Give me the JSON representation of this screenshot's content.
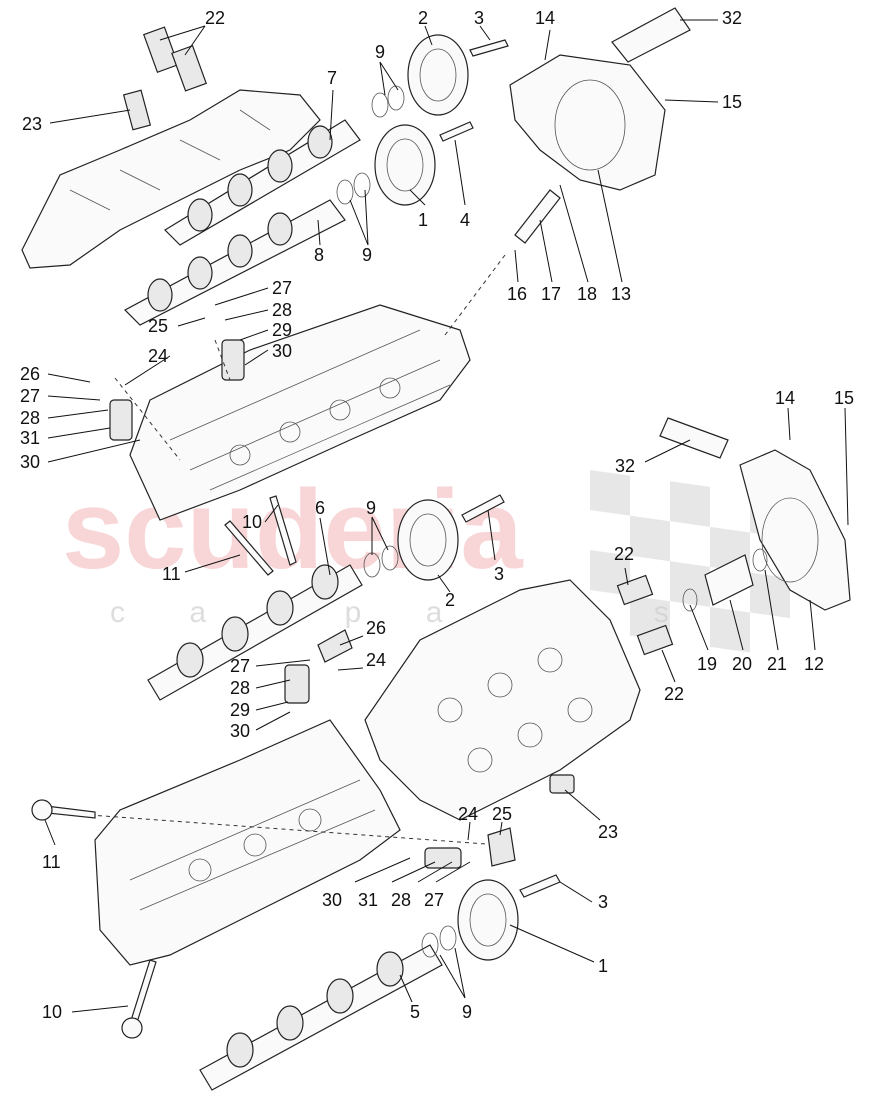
{
  "watermark": {
    "brand": "scuderia",
    "subline": "c a r p a r t s",
    "brand_color": "#f0a0a4"
  },
  "callouts": [
    {
      "id": "c22a",
      "text": "22"
    },
    {
      "id": "c2a",
      "text": "2"
    },
    {
      "id": "c3a",
      "text": "3"
    },
    {
      "id": "c14a",
      "text": "14"
    },
    {
      "id": "c32a",
      "text": "32"
    },
    {
      "id": "c23a",
      "text": "23"
    },
    {
      "id": "c7",
      "text": "7"
    },
    {
      "id": "c9a",
      "text": "9"
    },
    {
      "id": "c15a",
      "text": "15"
    },
    {
      "id": "c1a",
      "text": "1"
    },
    {
      "id": "c4",
      "text": "4"
    },
    {
      "id": "c8",
      "text": "8"
    },
    {
      "id": "c9b",
      "text": "9"
    },
    {
      "id": "c16",
      "text": "16"
    },
    {
      "id": "c17",
      "text": "17"
    },
    {
      "id": "c18",
      "text": "18"
    },
    {
      "id": "c13",
      "text": "13"
    },
    {
      "id": "c27a",
      "text": "27"
    },
    {
      "id": "c28a",
      "text": "28"
    },
    {
      "id": "c25a",
      "text": "25"
    },
    {
      "id": "c29a",
      "text": "29"
    },
    {
      "id": "c24a",
      "text": "24"
    },
    {
      "id": "c30a",
      "text": "30"
    },
    {
      "id": "c26a",
      "text": "26"
    },
    {
      "id": "c27b",
      "text": "27"
    },
    {
      "id": "c28b",
      "text": "28"
    },
    {
      "id": "c31a",
      "text": "31"
    },
    {
      "id": "c30b",
      "text": "30"
    },
    {
      "id": "c14b",
      "text": "14"
    },
    {
      "id": "c15b",
      "text": "15"
    },
    {
      "id": "c32b",
      "text": "32"
    },
    {
      "id": "c10a",
      "text": "10"
    },
    {
      "id": "c6",
      "text": "6"
    },
    {
      "id": "c9c",
      "text": "9"
    },
    {
      "id": "c11a",
      "text": "11"
    },
    {
      "id": "c3b",
      "text": "3"
    },
    {
      "id": "c2b",
      "text": "2"
    },
    {
      "id": "c22b",
      "text": "22"
    },
    {
      "id": "c26b",
      "text": "26"
    },
    {
      "id": "c24b",
      "text": "24"
    },
    {
      "id": "c27c",
      "text": "27"
    },
    {
      "id": "c28c",
      "text": "28"
    },
    {
      "id": "c29b",
      "text": "29"
    },
    {
      "id": "c30c",
      "text": "30"
    },
    {
      "id": "c19",
      "text": "19"
    },
    {
      "id": "c20",
      "text": "20"
    },
    {
      "id": "c21",
      "text": "21"
    },
    {
      "id": "c12",
      "text": "12"
    },
    {
      "id": "c22c",
      "text": "22"
    },
    {
      "id": "c11b",
      "text": "11"
    },
    {
      "id": "c23b",
      "text": "23"
    },
    {
      "id": "c24c",
      "text": "24"
    },
    {
      "id": "c25b",
      "text": "25"
    },
    {
      "id": "c30d",
      "text": "30"
    },
    {
      "id": "c31b",
      "text": "31"
    },
    {
      "id": "c28d",
      "text": "28"
    },
    {
      "id": "c27d",
      "text": "27"
    },
    {
      "id": "c3c",
      "text": "3"
    },
    {
      "id": "c1b",
      "text": "1"
    },
    {
      "id": "c10b",
      "text": "10"
    },
    {
      "id": "c5",
      "text": "5"
    },
    {
      "id": "c9d",
      "text": "9"
    }
  ]
}
